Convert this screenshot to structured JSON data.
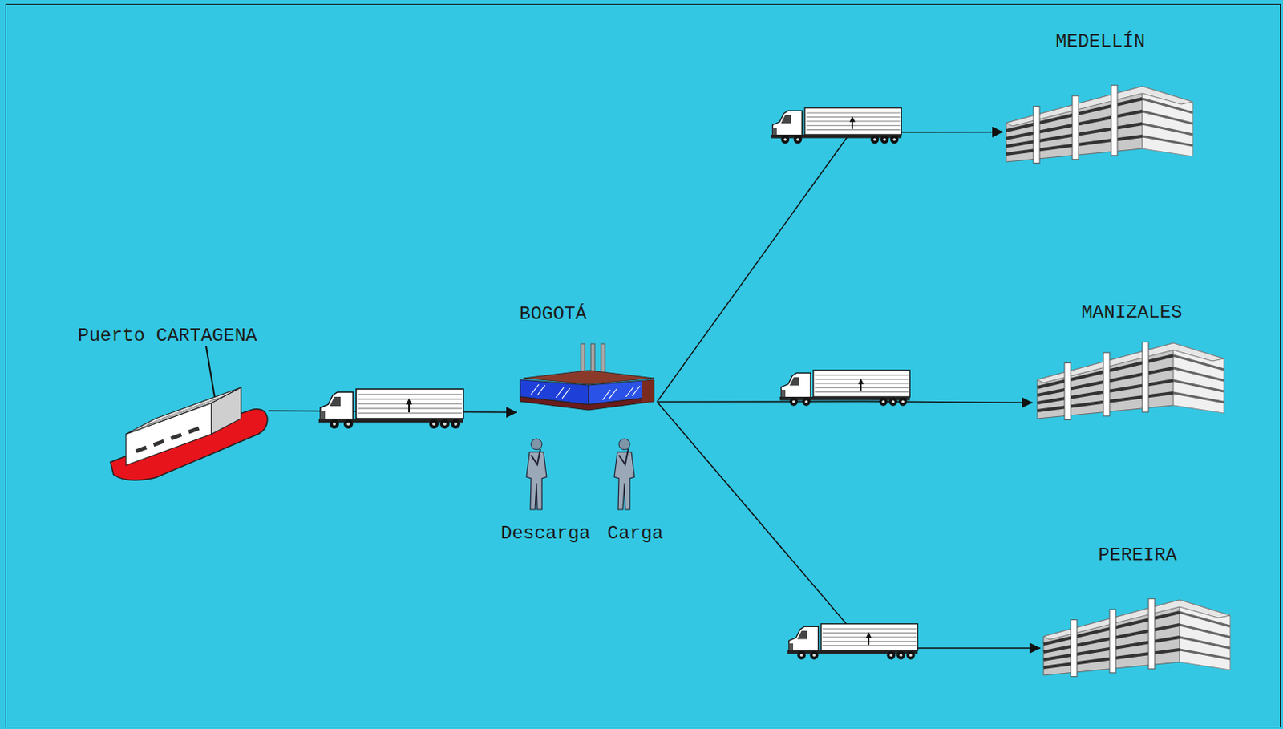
{
  "diagram": {
    "nodes": [
      {
        "text": [
          "Puerto CARTAGENA"
        ]
      },
      {
        "text": [
          "BOGOTÁ"
        ]
      },
      {
        "text": [
          "MEDELLÍN"
        ]
      },
      {
        "text": [
          "MANIZALES"
        ]
      },
      {
        "text": [
          "PEREIRA"
        ]
      }
    ],
    "edges": [
      {
        "from": 0,
        "to": 1,
        "arrow": "to"
      },
      {
        "from": 1,
        "to": 2,
        "arrow": "to"
      },
      {
        "from": 1,
        "to": 3,
        "arrow": "to"
      },
      {
        "from": 1,
        "to": 4,
        "arrow": "to"
      }
    ],
    "labels": [
      "Descarga",
      "Carga"
    ]
  }
}
